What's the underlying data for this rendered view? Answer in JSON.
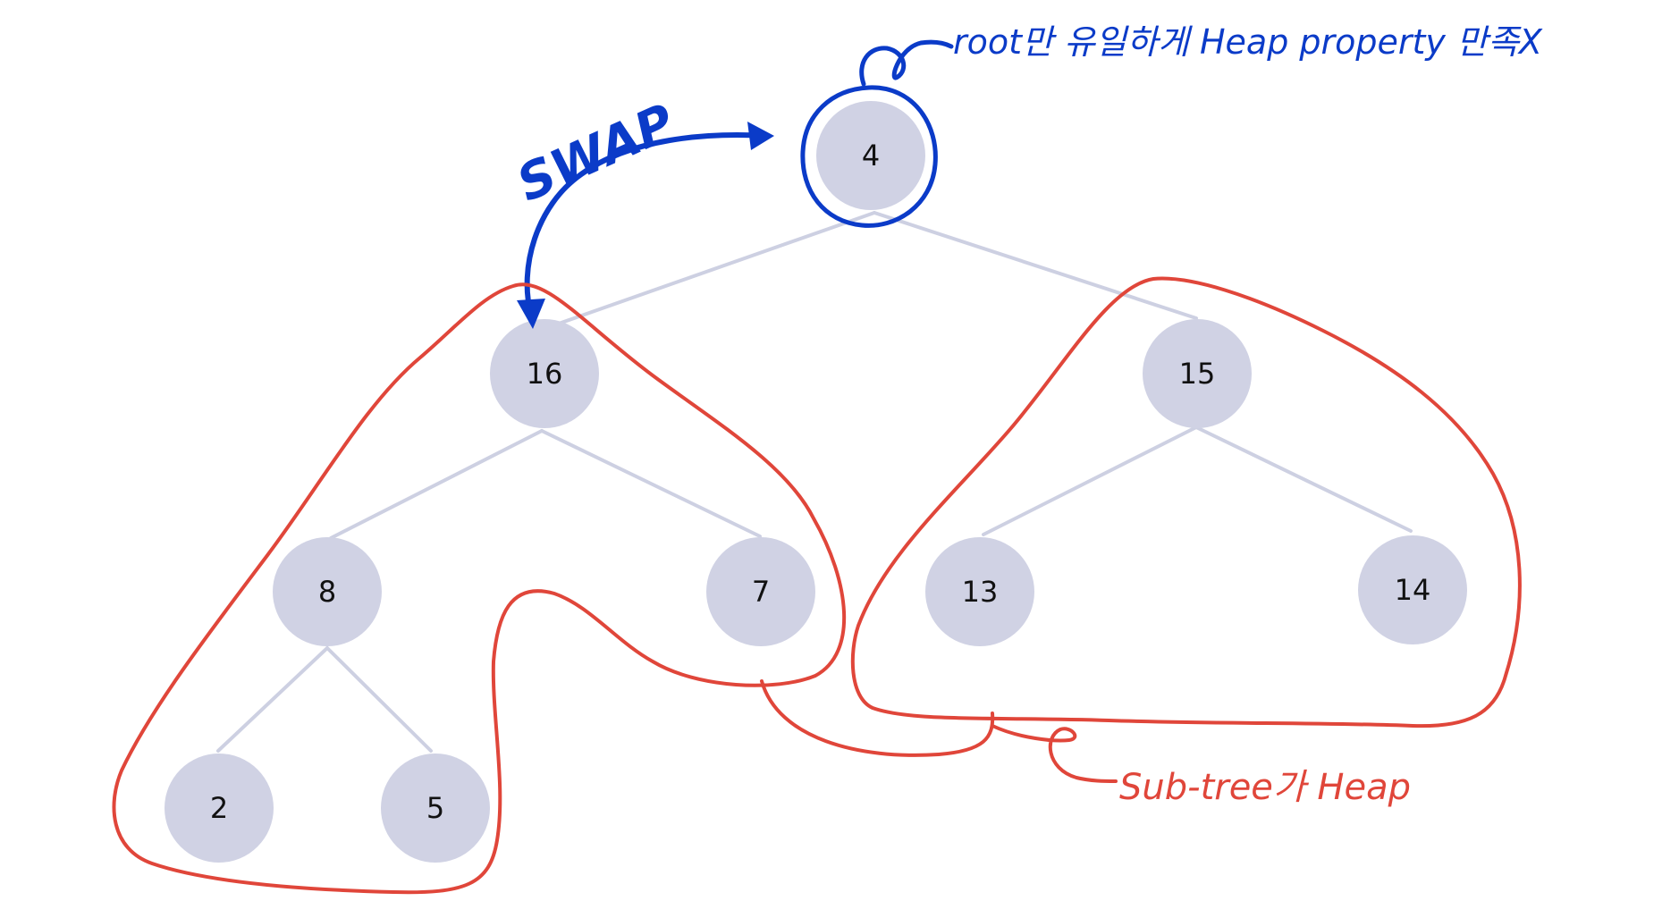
{
  "diagram": {
    "nodes": [
      {
        "id": "n1",
        "label": "4"
      },
      {
        "id": "n2",
        "label": "16"
      },
      {
        "id": "n3",
        "label": "15"
      },
      {
        "id": "n4",
        "label": "8"
      },
      {
        "id": "n5",
        "label": "7"
      },
      {
        "id": "n6",
        "label": "13"
      },
      {
        "id": "n7",
        "label": "14"
      },
      {
        "id": "n8",
        "label": "2"
      },
      {
        "id": "n9",
        "label": "5"
      }
    ],
    "edges": [
      [
        "n1",
        "n2"
      ],
      [
        "n1",
        "n3"
      ],
      [
        "n2",
        "n4"
      ],
      [
        "n2",
        "n5"
      ],
      [
        "n3",
        "n6"
      ],
      [
        "n3",
        "n7"
      ],
      [
        "n4",
        "n8"
      ],
      [
        "n4",
        "n9"
      ]
    ],
    "annotations": {
      "swap_label": "SWAP",
      "root_note": "root만 유일하게 Heap property 만족X",
      "subtree_note": "Sub-tree가 Heap"
    },
    "colors": {
      "node_fill": "#d0d2e4",
      "edge": "#cdd0e2",
      "blue_ink": "#0b3bc8",
      "red_ink": "#e0463a"
    }
  }
}
